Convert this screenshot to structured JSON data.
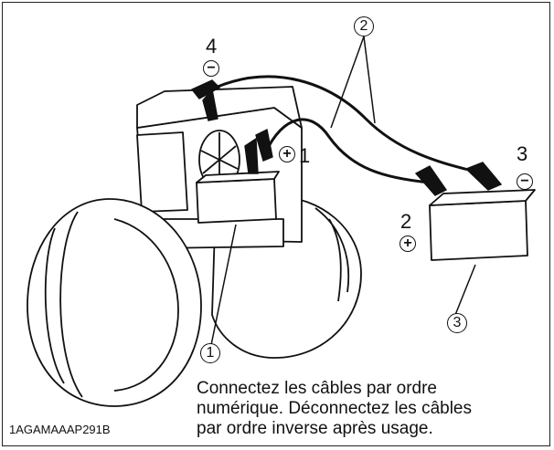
{
  "labels": {
    "n1": "1",
    "n2": "2",
    "n3": "3",
    "n4": "4",
    "c1": "1",
    "c2": "2",
    "c3": "3",
    "plus": "+",
    "minus": "−"
  },
  "caption": {
    "line1": "Connectez les câbles par ordre",
    "line2": "numérique. Déconnectez les câbles",
    "line3": "par ordre inverse après usage."
  },
  "code": "1AGAMAAAP291B"
}
